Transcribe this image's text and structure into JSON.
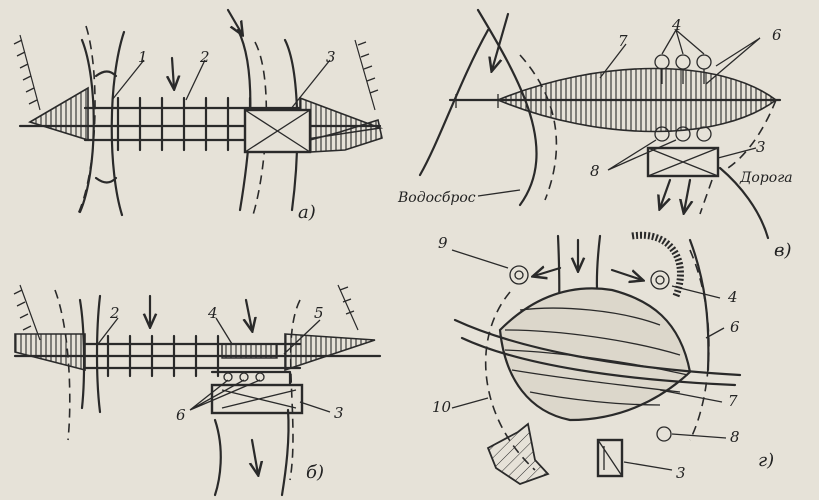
{
  "panels": {
    "a": {
      "caption": "а)",
      "labels": [
        "1",
        "2",
        "3"
      ]
    },
    "b": {
      "caption": "б)",
      "labels": [
        "2",
        "4",
        "5",
        "6",
        "3"
      ]
    },
    "v": {
      "caption": "в)",
      "labels": [
        "7",
        "4",
        "6",
        "3",
        "8"
      ],
      "words": {
        "spillway": "Водосброс",
        "road": "Дорога"
      }
    },
    "g": {
      "caption": "г)",
      "labels": [
        "9",
        "4",
        "6",
        "10",
        "7",
        "8",
        "3"
      ]
    }
  }
}
